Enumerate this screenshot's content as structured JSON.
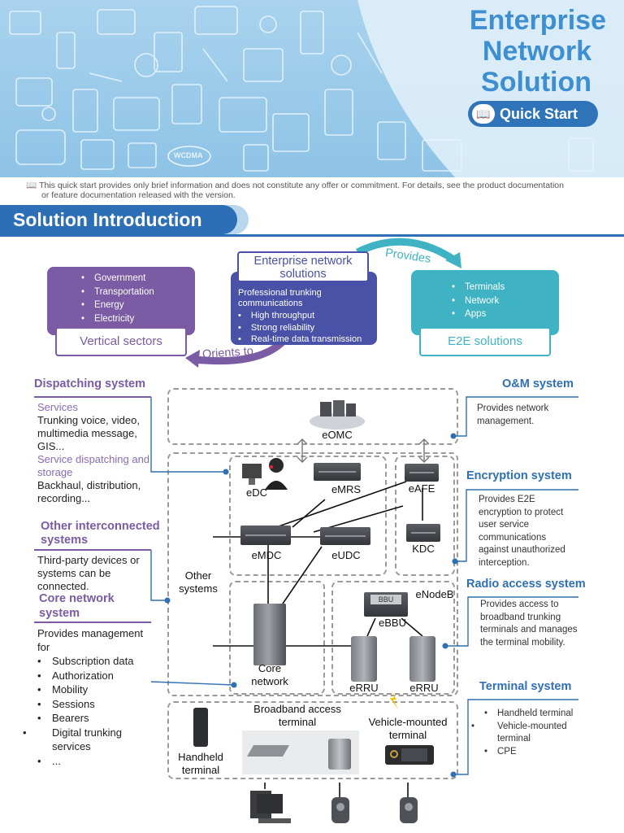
{
  "header": {
    "title_lines": [
      "Enterprise",
      "Network",
      "Solution"
    ],
    "quick_start": "Quick Start",
    "banner_sign": "WCDMA"
  },
  "disclaimer": {
    "line1": "This quick start provides only brief information and does not constitute any offer or commitment. For details, see the product documentation",
    "line2": "or feature documentation released with the version."
  },
  "section_title": "Solution Introduction",
  "overview": {
    "center_title": "Enterprise network solutions",
    "center_intro": "Professional trunking communications",
    "center_items": [
      "High throughput",
      "Strong reliability",
      "Real-time data transmission"
    ],
    "left_items": [
      "Government",
      "Transportation",
      "Energy",
      "Electricity"
    ],
    "left_label": "Vertical sectors",
    "right_items": [
      "Terminals",
      "Network",
      "Apps"
    ],
    "right_label": "E2E solutions",
    "provides": "Provides",
    "orients_to": "Orients to"
  },
  "devices": {
    "eomc": "eOMC",
    "edc": "eDC",
    "emrs": "eMRS",
    "eafe": "eAFE",
    "kdc": "KDC",
    "emdc": "eMDC",
    "eudc": "eUDC",
    "other": "Other systems",
    "core": "Core network",
    "bbu_tag": "BBU",
    "enodeb": "eNodeB",
    "ebbu": "eBBU",
    "errru1": "eRRU",
    "errru2": "eRRU",
    "handheld": "Handheld terminal",
    "broadband": "Broadband access terminal",
    "vehicle": "Vehicle-mounted terminal"
  },
  "left_panel": {
    "dispatch_title": "Dispatching system",
    "services_label": "Services",
    "services_text": "Trunking voice, video, multimedia message, GIS...",
    "sds_label": "Service dispatching and storage",
    "sds_text": "Backhaul, distribution, recording...",
    "other_title": "Other interconnected systems",
    "other_text": "Third-party devices or systems can be connected.",
    "core_title": "Core network system",
    "core_intro": "Provides management for",
    "core_items": [
      "Subscription data",
      "Authorization",
      "Mobility",
      "Sessions",
      "Bearers",
      "Digital trunking services",
      "..."
    ]
  },
  "right_panel": {
    "om_title": "O&M system",
    "om_text": "Provides network management.",
    "enc_title": "Encryption system",
    "enc_text": "Provides E2E encryption to protect user service communications against unauthorized interception.",
    "ran_title": "Radio access system",
    "ran_text": "Provides access to broadband trunking terminals and manages the terminal mobility.",
    "term_title": "Terminal system",
    "term_items": [
      "Handheld terminal",
      "Vehicle-mounted terminal",
      "CPE"
    ]
  },
  "colors": {
    "purple": "#7a5ba4",
    "blue_dark": "#2d6fb6",
    "teal": "#3fb3c4",
    "indigo": "#4a52a8"
  }
}
